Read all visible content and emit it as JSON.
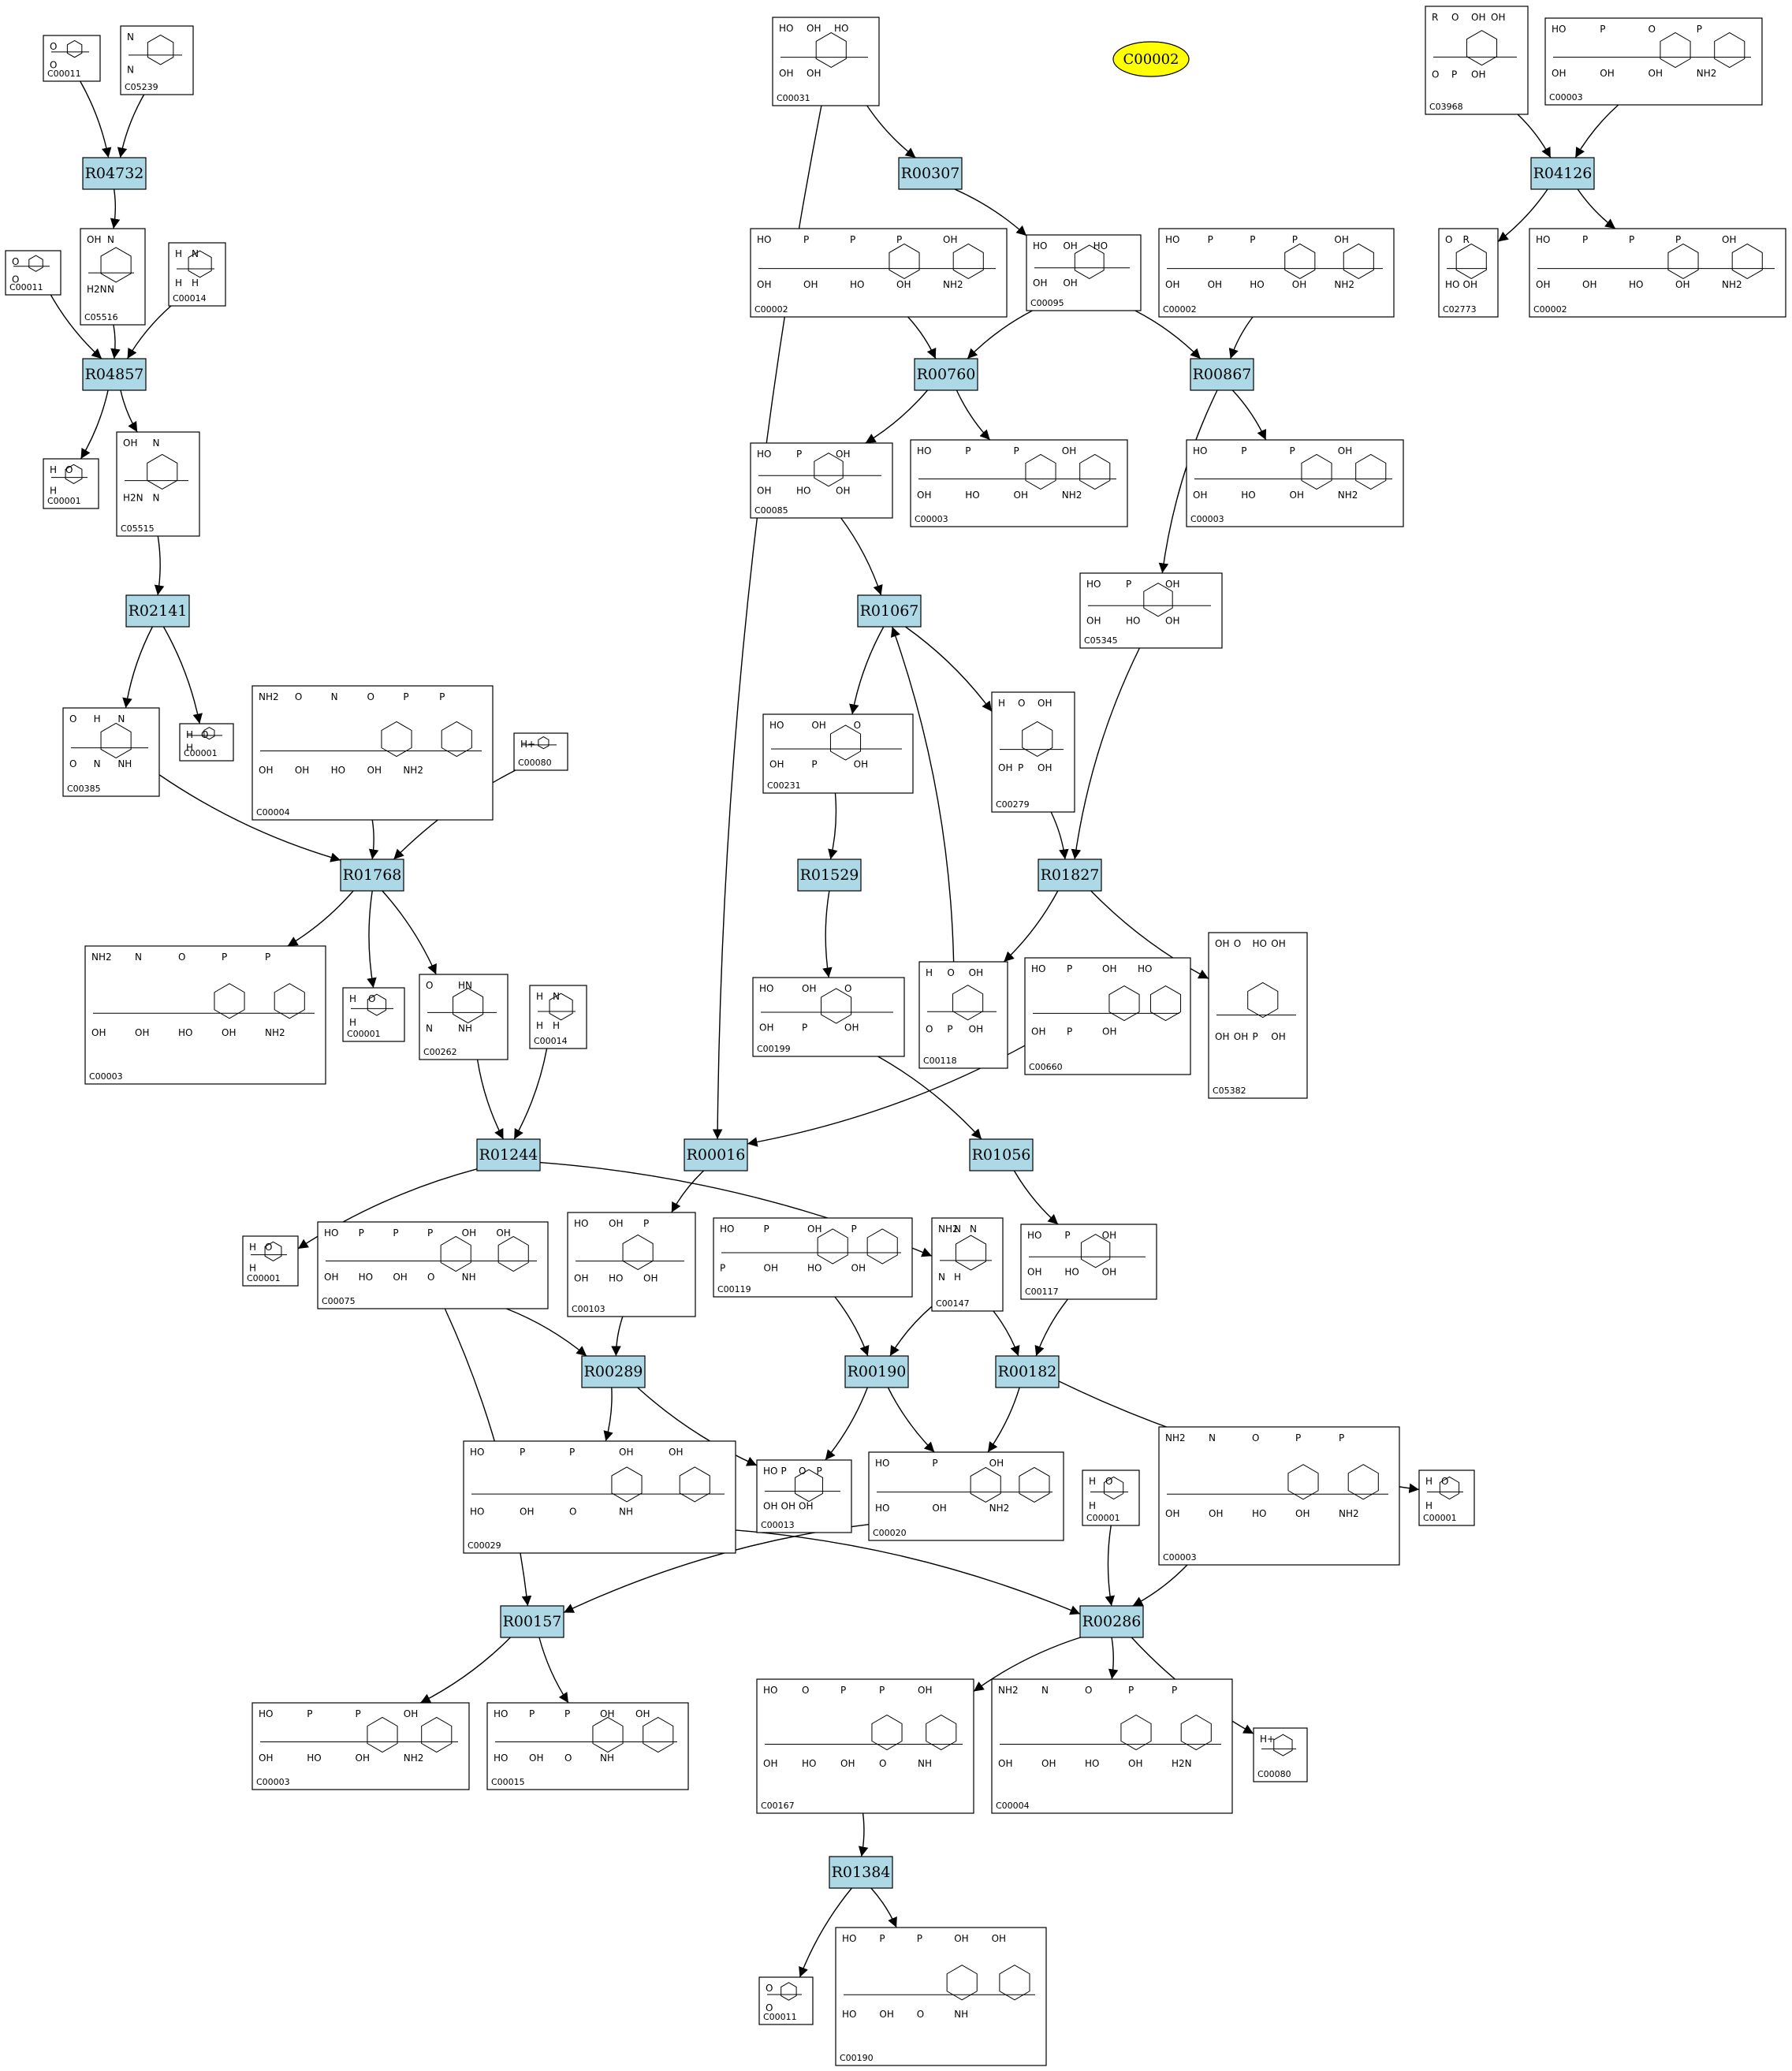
{
  "graph": {
    "focus": "C00002",
    "colors": {
      "reaction_fill": "#add8e6",
      "focus_fill": "#ffff00",
      "edge": "#000000"
    },
    "reactions": [
      "R04732",
      "R00307",
      "R04126",
      "R04857",
      "R00760",
      "R00867",
      "R02141",
      "R01067",
      "R01768",
      "R01529",
      "R01827",
      "R01244",
      "R00016",
      "R01056",
      "R00289",
      "R00190",
      "R00182",
      "R00157",
      "R00286",
      "R01384"
    ],
    "compounds": [
      {
        "id": "c01",
        "label": "C00011",
        "icon": "co2-structure",
        "atoms": [
          "O",
          "O"
        ]
      },
      {
        "id": "c02",
        "label": "C05239",
        "icon": "aminoimidazole-structure",
        "atoms": [
          "N",
          "N"
        ]
      },
      {
        "id": "c03",
        "label": "C00031",
        "icon": "glucose-structure",
        "atoms": [
          "HO",
          "OH",
          "HO",
          "OH",
          "OH"
        ]
      },
      {
        "id": "c04",
        "label": "C03968",
        "icon": "acylglycerol-phosphate-structure",
        "atoms": [
          "R",
          "O",
          "OH",
          "OH",
          "O",
          "P",
          "OH"
        ]
      },
      {
        "id": "c05",
        "label": "C00003",
        "icon": "nad-structure",
        "atoms": [
          "HO",
          "P",
          "O",
          "P",
          "OH",
          "OH",
          "OH",
          "NH2"
        ]
      },
      {
        "id": "c06",
        "label": "C00011",
        "icon": "co2-structure",
        "atoms": [
          "O",
          "O"
        ]
      },
      {
        "id": "c07",
        "label": "C05516",
        "icon": "aicar-structure",
        "atoms": [
          "OH",
          "N",
          "H2N",
          "N"
        ]
      },
      {
        "id": "c08",
        "label": "C00014",
        "icon": "ammonia-structure",
        "atoms": [
          "H",
          "N",
          "H",
          "H"
        ]
      },
      {
        "id": "c09",
        "label": "C00002",
        "icon": "atp-structure",
        "atoms": [
          "HO",
          "P",
          "P",
          "P",
          "OH",
          "OH",
          "OH",
          "HO",
          "OH",
          "NH2"
        ]
      },
      {
        "id": "c10",
        "label": "C00095",
        "icon": "fructose-structure",
        "atoms": [
          "HO",
          "OH",
          "HO",
          "OH",
          "OH"
        ]
      },
      {
        "id": "c11",
        "label": "C00002",
        "icon": "atp-structure",
        "atoms": [
          "HO",
          "P",
          "P",
          "P",
          "OH",
          "OH",
          "OH",
          "HO",
          "OH",
          "NH2"
        ]
      },
      {
        "id": "c12",
        "label": "C02773",
        "icon": "acylglycerol-structure",
        "atoms": [
          "O",
          "R",
          "HO",
          "OH"
        ]
      },
      {
        "id": "c13",
        "label": "C00002",
        "icon": "atp-structure",
        "atoms": [
          "HO",
          "P",
          "P",
          "P",
          "OH",
          "OH",
          "OH",
          "HO",
          "OH",
          "NH2"
        ]
      },
      {
        "id": "c14",
        "label": "C00001",
        "icon": "water-structure",
        "atoms": [
          "H",
          "O",
          "H"
        ]
      },
      {
        "id": "c15",
        "label": "C05515",
        "icon": "faicar-structure",
        "atoms": [
          "OH",
          "N",
          "H2N",
          "N"
        ]
      },
      {
        "id": "c16",
        "label": "C00085",
        "icon": "fructose-6-phosphate-structure",
        "atoms": [
          "HO",
          "P",
          "OH",
          "OH",
          "HO",
          "OH"
        ]
      },
      {
        "id": "c17",
        "label": "C00003",
        "icon": "adp-structure",
        "atoms": [
          "HO",
          "P",
          "P",
          "OH",
          "OH",
          "HO",
          "OH",
          "NH2"
        ]
      },
      {
        "id": "c18",
        "label": "C00003",
        "icon": "adp-structure",
        "atoms": [
          "HO",
          "P",
          "P",
          "OH",
          "OH",
          "HO",
          "OH",
          "NH2"
        ]
      },
      {
        "id": "c19",
        "label": "C05345",
        "icon": "fructose-6-phosphate-structure",
        "atoms": [
          "HO",
          "P",
          "OH",
          "OH",
          "HO",
          "OH"
        ]
      },
      {
        "id": "c20",
        "label": "C00385",
        "icon": "xanthine-structure",
        "atoms": [
          "O",
          "H",
          "N",
          "O",
          "N",
          "NH"
        ]
      },
      {
        "id": "c21",
        "label": "C00001",
        "icon": "water-structure",
        "atoms": [
          "H",
          "O",
          "H"
        ]
      },
      {
        "id": "c22",
        "label": "C00004",
        "icon": "nadh-structure",
        "atoms": [
          "NH2",
          "O",
          "N",
          "O",
          "P",
          "P",
          "OH",
          "OH",
          "HO",
          "OH",
          "NH2"
        ]
      },
      {
        "id": "c23",
        "label": "C00080",
        "icon": "proton-structure",
        "atoms": [
          "H+"
        ]
      },
      {
        "id": "c24",
        "label": "C00231",
        "icon": "xylulose-phosphate-structure",
        "atoms": [
          "HO",
          "OH",
          "O",
          "OH",
          "P",
          "OH"
        ]
      },
      {
        "id": "c25",
        "label": "C00279",
        "icon": "erythrose-phosphate-structure",
        "atoms": [
          "H",
          "O",
          "OH",
          "OH",
          "P",
          "OH"
        ]
      },
      {
        "id": "c26",
        "label": "C00003",
        "icon": "nad-structure",
        "atoms": [
          "NH2",
          "N",
          "O",
          "P",
          "P",
          "OH",
          "OH",
          "HO",
          "OH",
          "NH2"
        ]
      },
      {
        "id": "c27",
        "label": "C00001",
        "icon": "water-structure",
        "atoms": [
          "H",
          "O",
          "H"
        ]
      },
      {
        "id": "c28",
        "label": "C00262",
        "icon": "hypoxanthine-structure",
        "atoms": [
          "O",
          "HN",
          "N",
          "NH"
        ]
      },
      {
        "id": "c29",
        "label": "C00014",
        "icon": "ammonia-structure",
        "atoms": [
          "H",
          "N",
          "H",
          "H"
        ]
      },
      {
        "id": "c30",
        "label": "C00199",
        "icon": "ribulose-phosphate-structure",
        "atoms": [
          "HO",
          "OH",
          "O",
          "OH",
          "P",
          "OH"
        ]
      },
      {
        "id": "c31",
        "label": "C00118",
        "icon": "glyceraldehyde-phosphate-structure",
        "atoms": [
          "H",
          "O",
          "OH",
          "O",
          "P",
          "OH"
        ]
      },
      {
        "id": "c32",
        "label": "C00660",
        "icon": "glucose-bisphosphate-structure",
        "atoms": [
          "HO",
          "P",
          "OH",
          "HO",
          "OH",
          "P",
          "OH"
        ]
      },
      {
        "id": "c33",
        "label": "C05382",
        "icon": "sedoheptulose-phosphate-structure",
        "atoms": [
          "OH",
          "O",
          "HO",
          "OH",
          "OH",
          "OH",
          "P",
          "OH"
        ]
      },
      {
        "id": "c34",
        "label": "C00001",
        "icon": "water-structure",
        "atoms": [
          "H",
          "O",
          "H"
        ]
      },
      {
        "id": "c35",
        "label": "C00075",
        "icon": "utp-structure",
        "atoms": [
          "HO",
          "P",
          "P",
          "P",
          "OH",
          "OH",
          "OH",
          "HO",
          "OH",
          "O",
          "NH"
        ]
      },
      {
        "id": "c36",
        "label": "C00103",
        "icon": "glucose-1-phosphate-structure",
        "atoms": [
          "HO",
          "OH",
          "P",
          "OH",
          "HO",
          "OH"
        ]
      },
      {
        "id": "c37",
        "label": "C00119",
        "icon": "prpp-structure",
        "atoms": [
          "HO",
          "P",
          "OH",
          "P",
          "P",
          "OH",
          "HO",
          "OH"
        ]
      },
      {
        "id": "c38",
        "label": "C00147",
        "icon": "adenine-structure",
        "atoms": [
          "NH2",
          "N",
          "N",
          "N",
          "H"
        ]
      },
      {
        "id": "c39",
        "label": "C00117",
        "icon": "ribose-phosphate-structure",
        "atoms": [
          "HO",
          "P",
          "OH",
          "OH",
          "HO",
          "OH"
        ]
      },
      {
        "id": "c40",
        "label": "C00029",
        "icon": "udp-glucose-structure",
        "atoms": [
          "HO",
          "P",
          "P",
          "OH",
          "OH",
          "HO",
          "OH",
          "O",
          "NH"
        ]
      },
      {
        "id": "c41",
        "label": "C00013",
        "icon": "pyrophosphate-structure",
        "atoms": [
          "HO",
          "P",
          "O",
          "P",
          "OH",
          "OH",
          "OH"
        ]
      },
      {
        "id": "c42",
        "label": "C00020",
        "icon": "amp-structure",
        "atoms": [
          "HO",
          "P",
          "OH",
          "HO",
          "OH",
          "NH2"
        ]
      },
      {
        "id": "c43",
        "label": "C00001",
        "icon": "water-structure",
        "atoms": [
          "H",
          "O",
          "H"
        ]
      },
      {
        "id": "c44",
        "label": "C00003",
        "icon": "nad-structure",
        "atoms": [
          "NH2",
          "N",
          "O",
          "P",
          "P",
          "OH",
          "OH",
          "HO",
          "OH",
          "NH2"
        ]
      },
      {
        "id": "c45",
        "label": "C00001",
        "icon": "water-structure",
        "atoms": [
          "H",
          "O",
          "H"
        ]
      },
      {
        "id": "c46",
        "label": "C00003",
        "icon": "adp-structure",
        "atoms": [
          "HO",
          "P",
          "P",
          "OH",
          "OH",
          "HO",
          "OH",
          "NH2"
        ]
      },
      {
        "id": "c47",
        "label": "C00015",
        "icon": "udp-structure",
        "atoms": [
          "HO",
          "P",
          "P",
          "OH",
          "OH",
          "HO",
          "OH",
          "O",
          "NH"
        ]
      },
      {
        "id": "c48",
        "label": "C00167",
        "icon": "udp-glucuronate-structure",
        "atoms": [
          "HO",
          "O",
          "P",
          "P",
          "OH",
          "OH",
          "HO",
          "OH",
          "O",
          "NH"
        ]
      },
      {
        "id": "c49",
        "label": "C00004",
        "icon": "nadh-structure",
        "atoms": [
          "NH2",
          "N",
          "O",
          "P",
          "P",
          "OH",
          "OH",
          "HO",
          "OH",
          "H2N"
        ]
      },
      {
        "id": "c50",
        "label": "C00080",
        "icon": "proton-structure",
        "atoms": [
          "H+"
        ]
      },
      {
        "id": "c51",
        "label": "C00011",
        "icon": "co2-structure",
        "atoms": [
          "O",
          "O"
        ]
      },
      {
        "id": "c52",
        "label": "C00190",
        "icon": "udp-xylose-structure",
        "atoms": [
          "HO",
          "P",
          "P",
          "OH",
          "OH",
          "HO",
          "OH",
          "O",
          "NH"
        ]
      }
    ],
    "edges": [
      [
        "c01",
        "R04732"
      ],
      [
        "c02",
        "R04732"
      ],
      [
        "R04732",
        "c07"
      ],
      [
        "c06",
        "R04857"
      ],
      [
        "c07",
        "R04857"
      ],
      [
        "c08",
        "R04857"
      ],
      [
        "R04857",
        "c14"
      ],
      [
        "R04857",
        "c15"
      ],
      [
        "c15",
        "R02141"
      ],
      [
        "R02141",
        "c20"
      ],
      [
        "R02141",
        "c21"
      ],
      [
        "c20",
        "R01768"
      ],
      [
        "c22",
        "R01768"
      ],
      [
        "c23",
        "R01768"
      ],
      [
        "R01768",
        "c26"
      ],
      [
        "R01768",
        "c27"
      ],
      [
        "R01768",
        "c28"
      ],
      [
        "c28",
        "R01244"
      ],
      [
        "c29",
        "R01244"
      ],
      [
        "R01244",
        "c34"
      ],
      [
        "R01244",
        "c38"
      ],
      [
        "c03",
        "R00307"
      ],
      [
        "R00307",
        "c10"
      ],
      [
        "c03",
        "R00016"
      ],
      [
        "c09",
        "R00760"
      ],
      [
        "c10",
        "R00760"
      ],
      [
        "R00760",
        "c16"
      ],
      [
        "R00760",
        "c17"
      ],
      [
        "c10",
        "R00867"
      ],
      [
        "c11",
        "R00867"
      ],
      [
        "R00867",
        "c18"
      ],
      [
        "R00867",
        "c19"
      ],
      [
        "c04",
        "R04126"
      ],
      [
        "c05",
        "R04126"
      ],
      [
        "R04126",
        "c12"
      ],
      [
        "R04126",
        "c13"
      ],
      [
        "c16",
        "R01067"
      ],
      [
        "R01067",
        "c24"
      ],
      [
        "R01067",
        "c25"
      ],
      [
        "c31",
        "R01067"
      ],
      [
        "c24",
        "R01529"
      ],
      [
        "R01529",
        "c30"
      ],
      [
        "c25",
        "R01827"
      ],
      [
        "c19",
        "R01827"
      ],
      [
        "R01827",
        "c31"
      ],
      [
        "R01827",
        "c33"
      ],
      [
        "c32",
        "R00016"
      ],
      [
        "R00016",
        "c36"
      ],
      [
        "c30",
        "R01056"
      ],
      [
        "R01056",
        "c39"
      ],
      [
        "c35",
        "R00289"
      ],
      [
        "c36",
        "R00289"
      ],
      [
        "R00289",
        "c40"
      ],
      [
        "R00289",
        "c41"
      ],
      [
        "c37",
        "R00190"
      ],
      [
        "c38",
        "R00190"
      ],
      [
        "R00190",
        "c41"
      ],
      [
        "R00190",
        "c42"
      ],
      [
        "c38",
        "R00182"
      ],
      [
        "c39",
        "R00182"
      ],
      [
        "R00182",
        "c42"
      ],
      [
        "R00182",
        "c45"
      ],
      [
        "c35",
        "R00157"
      ],
      [
        "c42",
        "R00157"
      ],
      [
        "R00157",
        "c46"
      ],
      [
        "R00157",
        "c47"
      ],
      [
        "c40",
        "R00286"
      ],
      [
        "c43",
        "R00286"
      ],
      [
        "c44",
        "R00286"
      ],
      [
        "R00286",
        "c48"
      ],
      [
        "R00286",
        "c49"
      ],
      [
        "R00286",
        "c50"
      ],
      [
        "c48",
        "R01384"
      ],
      [
        "R01384",
        "c51"
      ],
      [
        "R01384",
        "c52"
      ]
    ]
  }
}
